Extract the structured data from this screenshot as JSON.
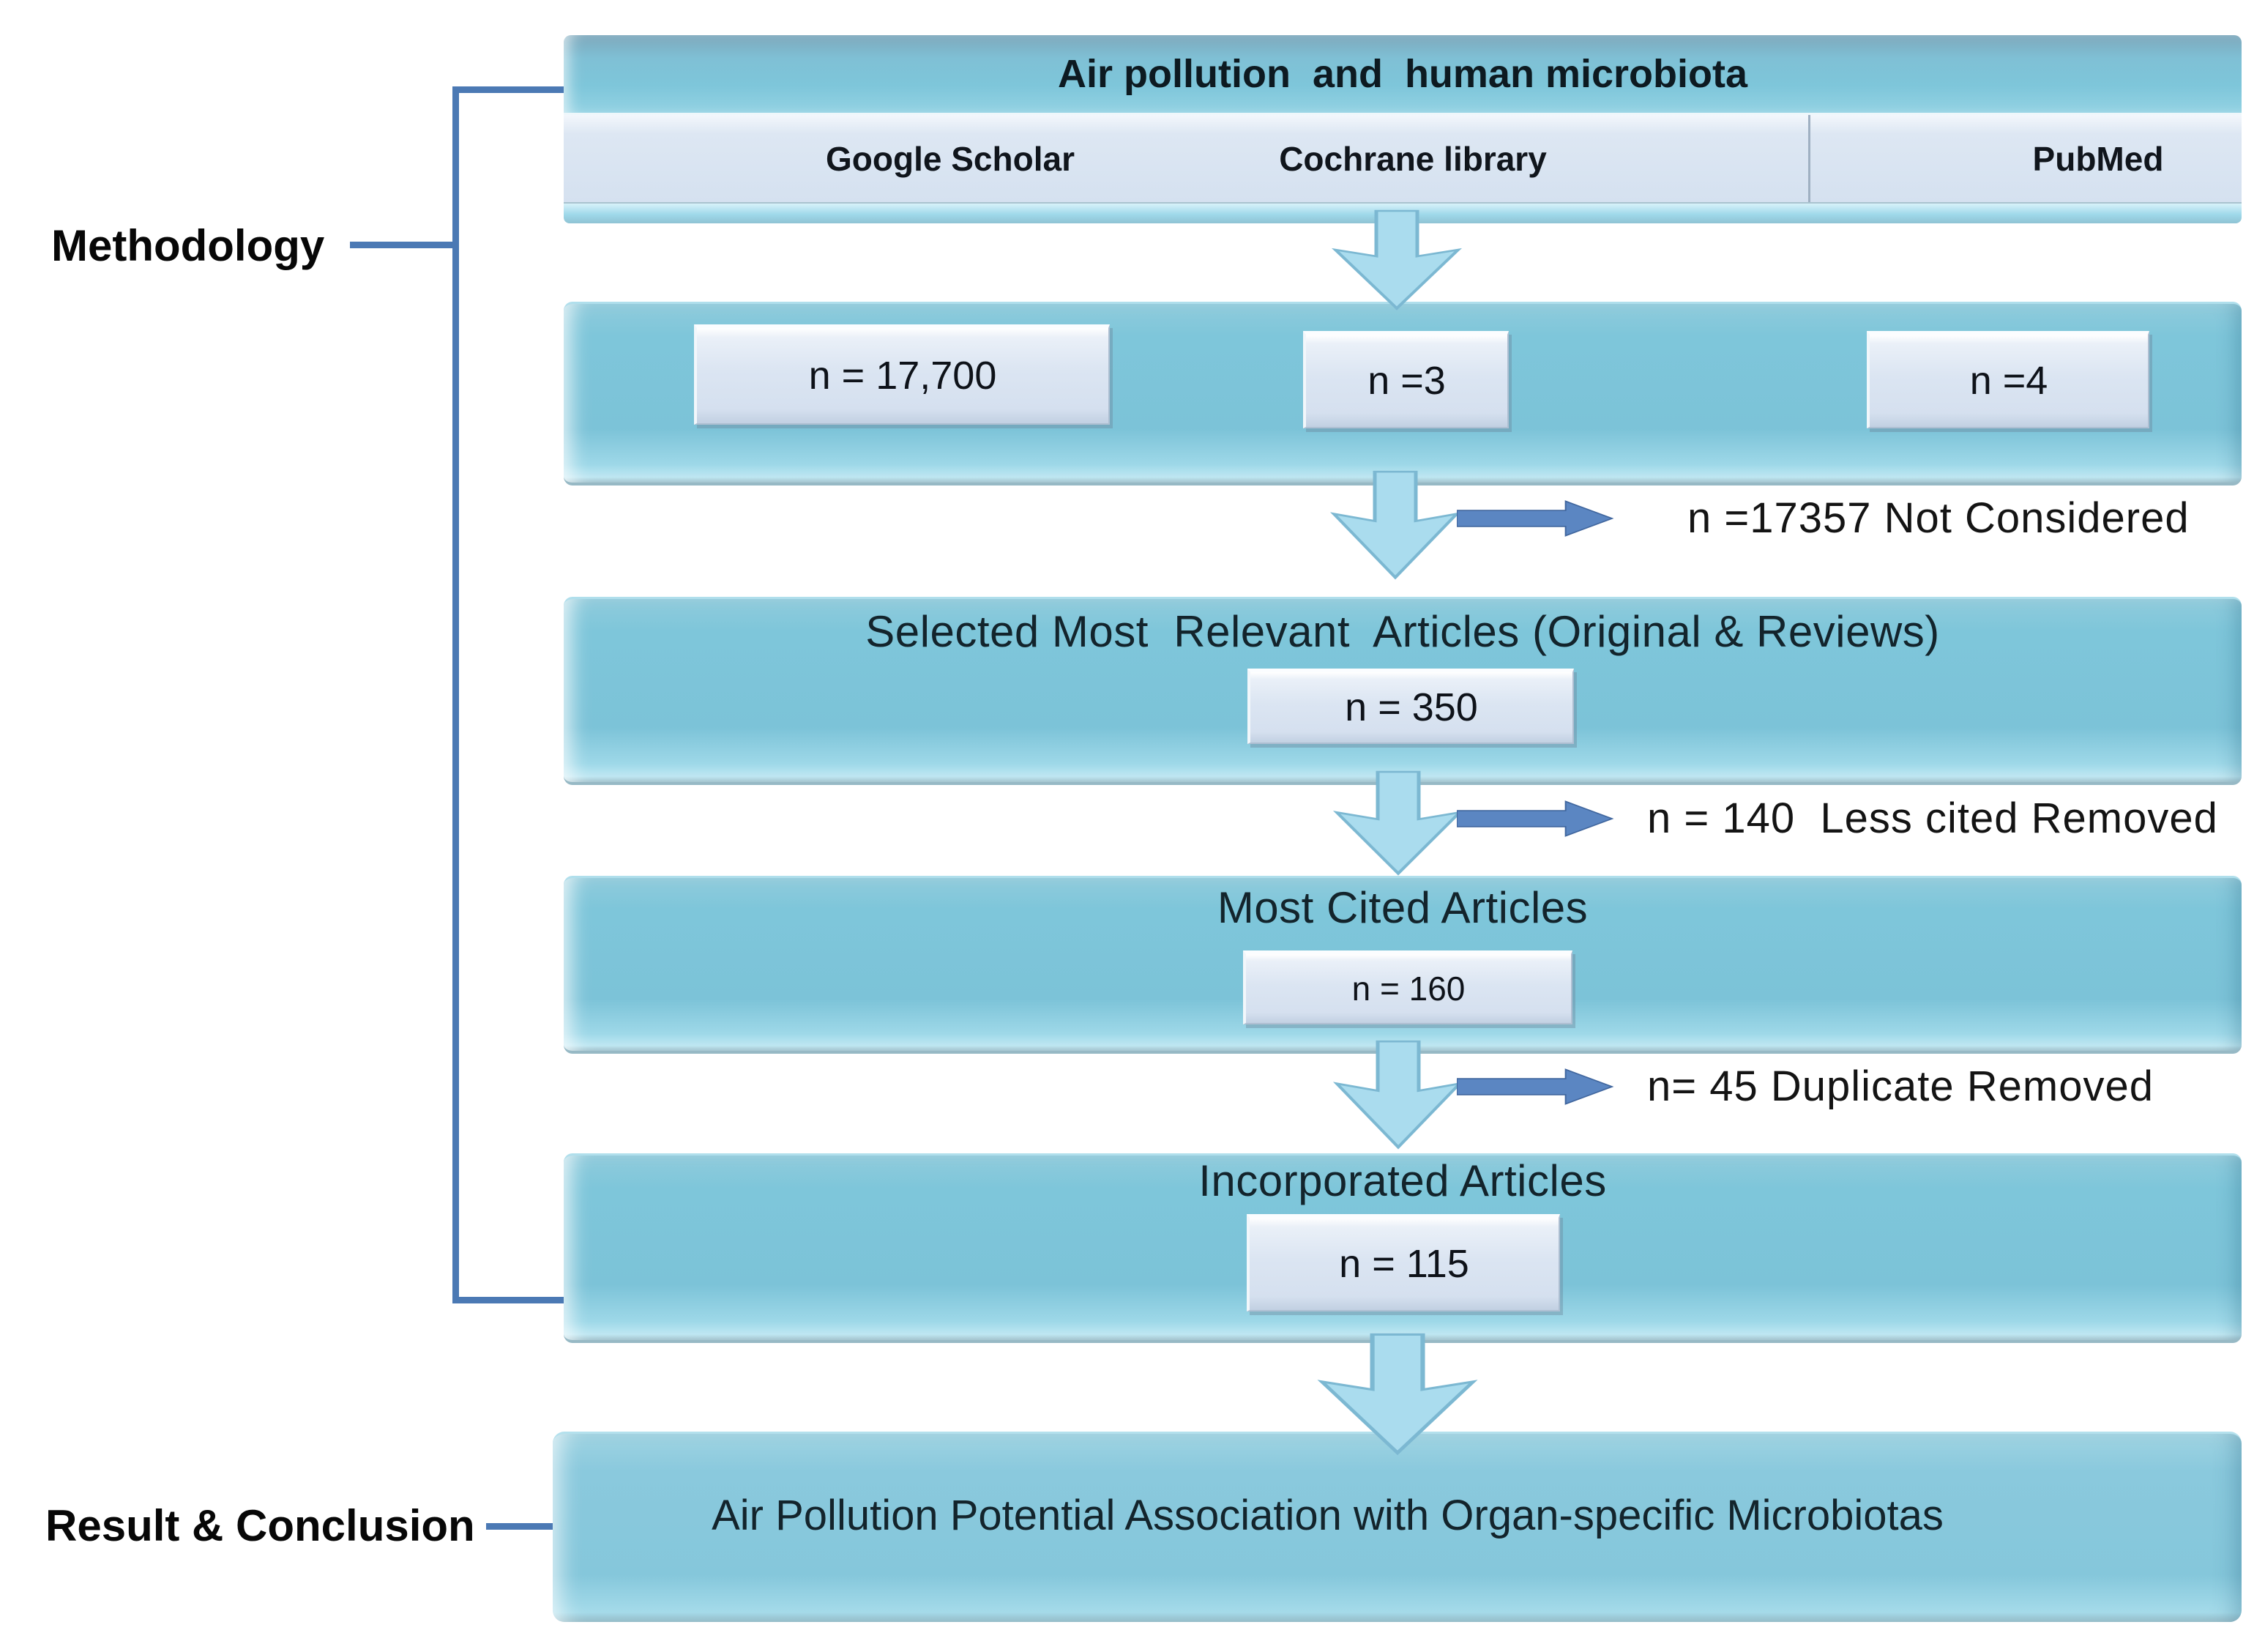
{
  "colors": {
    "band_teal": "#7ec6da",
    "panel_light": "#d9e4f2",
    "down_arrow_fill": "#aadcee",
    "right_arrow_fill": "#5b86c2",
    "connector_blue": "#4b79b4"
  },
  "side_labels": {
    "methodology": "Methodology",
    "result_conclusion": "Result & Conclusion"
  },
  "search": {
    "title": "Air pollution  and  human microbiota",
    "sources": [
      {
        "label": "Google Scholar",
        "count": "n = 17,700"
      },
      {
        "label": "Cochrane library",
        "count": "n =3"
      },
      {
        "label": "PubMed",
        "count": "n =4"
      }
    ]
  },
  "stages": [
    {
      "title": "Selected Most  Relevant  Articles (Original & Reviews)",
      "count": "n = 350"
    },
    {
      "title": "Most Cited Articles",
      "count": "n = 160"
    },
    {
      "title": "Incorporated Articles",
      "count": "n = 115"
    }
  ],
  "exclusions": [
    {
      "text": "n =17357 Not Considered"
    },
    {
      "text": "n = 140  Less cited Removed"
    },
    {
      "text": "n= 45 Duplicate Removed"
    }
  ],
  "result_box": {
    "text": "Air Pollution Potential Association with Organ-specific Microbiotas"
  }
}
